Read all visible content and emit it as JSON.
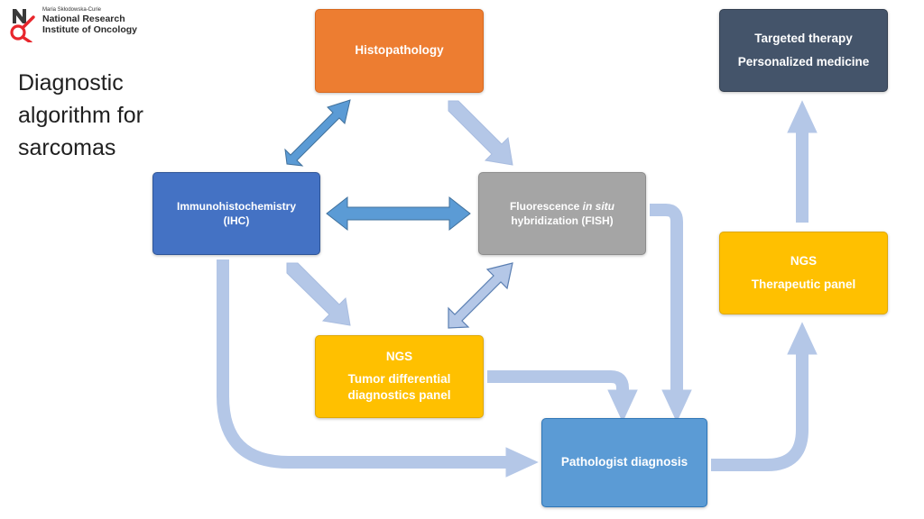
{
  "logo": {
    "small_text": "Maria Skłodowska-Curie",
    "line1": "National Research",
    "line2": "Institute of Oncology",
    "colors": {
      "red": "#e8262c",
      "dark": "#3a3a3a"
    }
  },
  "title": {
    "line1": "Diagnostic",
    "line2": "algorithm for",
    "line3": "sarcomas"
  },
  "nodes": {
    "histopathology": {
      "label": "Histopathology",
      "color": "#ed7d31"
    },
    "ihc": {
      "line1": "Immunohistochemistry",
      "line2": "(IHC)",
      "color": "#4472c4"
    },
    "fish": {
      "line1_prefix": "Fluorescence ",
      "line1_italic": "in situ",
      "line2": "hybridization (FISH)",
      "color": "#a5a5a5"
    },
    "ngs_differential": {
      "line1": "NGS",
      "line2": "Tumor differential",
      "line3": "diagnostics panel",
      "color": "#ffc000"
    },
    "pathologist": {
      "label": "Pathologist diagnosis",
      "color": "#5b9bd5"
    },
    "ngs_therapeutic": {
      "line1": "NGS",
      "line2": "Therapeutic panel",
      "color": "#ffc000"
    },
    "targeted": {
      "line1": "Targeted therapy",
      "line2": "Personalized medicine",
      "color": "#44546a"
    }
  },
  "edges": [
    {
      "from": "histopathology",
      "to": "ihc",
      "style": "double-arrow",
      "color": "#5b9bd5"
    },
    {
      "from": "histopathology",
      "to": "fish",
      "style": "arrow",
      "color": "#b4c7e7"
    },
    {
      "from": "ihc",
      "to": "fish",
      "style": "double-arrow",
      "color": "#5b9bd5"
    },
    {
      "from": "ihc",
      "to": "ngs_differential",
      "style": "arrow",
      "color": "#b4c7e7"
    },
    {
      "from": "fish",
      "to": "ngs_differential",
      "style": "double-arrow",
      "color": "#b4c7e7"
    },
    {
      "from": "fish",
      "to": "pathologist",
      "style": "arrow",
      "color": "#b4c7e7"
    },
    {
      "from": "ngs_differential",
      "to": "pathologist",
      "style": "arrow",
      "color": "#b4c7e7"
    },
    {
      "from": "ihc",
      "to": "pathologist",
      "style": "arrow",
      "color": "#b4c7e7"
    },
    {
      "from": "pathologist",
      "to": "ngs_therapeutic",
      "style": "arrow",
      "color": "#b4c7e7"
    },
    {
      "from": "ngs_therapeutic",
      "to": "targeted",
      "style": "arrow",
      "color": "#b4c7e7"
    }
  ]
}
